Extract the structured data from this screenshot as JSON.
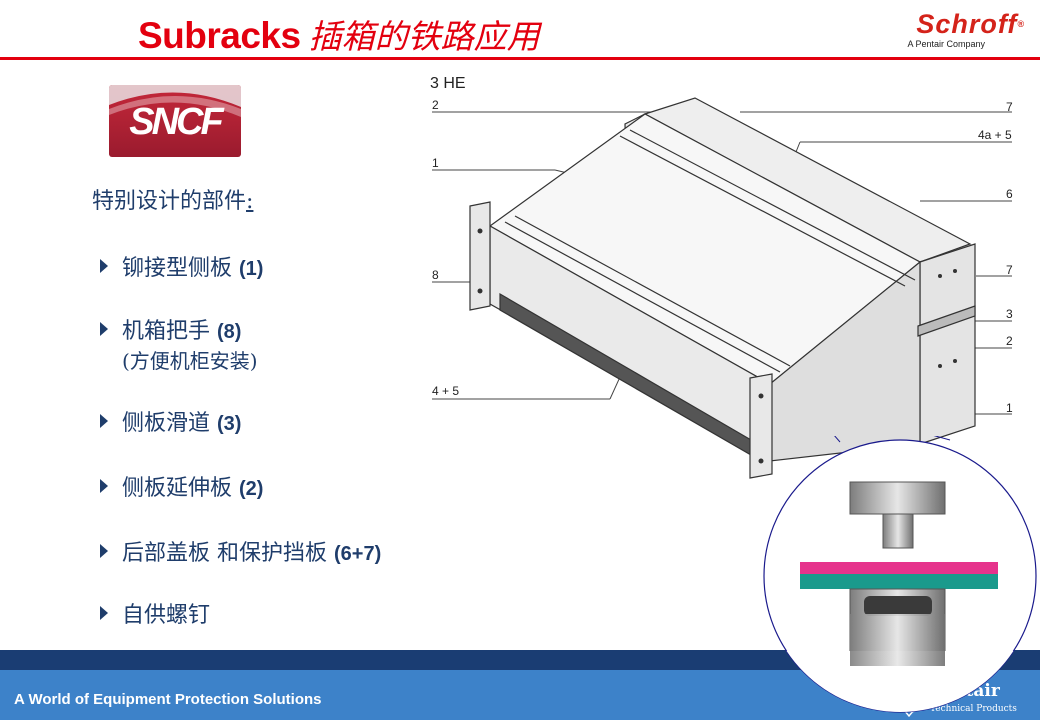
{
  "header": {
    "title_en": "Subracks",
    "title_cn": "插箱的铁路应用",
    "brand": "Schroff",
    "brand_mark": "®",
    "brand_sub": "A Pentair Company"
  },
  "customer_logo": "SNCF",
  "content": {
    "heading": "特别设计的部件",
    "heading_colon": ":",
    "items": [
      {
        "text": "铆接型侧板",
        "num": "(1)",
        "sub": ""
      },
      {
        "text": "机箱把手",
        "num": "(8)",
        "sub": "(方便机柜安装)"
      },
      {
        "text": "侧板滑道",
        "num": "(3)",
        "sub": ""
      },
      {
        "text": "侧板延伸板",
        "num": "(2)",
        "sub": ""
      },
      {
        "text": "后部盖板 和保护挡板",
        "num": "(6+7)",
        "sub": ""
      },
      {
        "text": "自供螺钉",
        "num": "",
        "sub": ""
      }
    ]
  },
  "diagram": {
    "title": "3 HE",
    "left_labels": [
      "2",
      "1",
      "8",
      "4 + 5"
    ],
    "right_labels": [
      "7",
      "4a + 5",
      "6",
      "7",
      "3",
      "2",
      "1"
    ]
  },
  "footer": {
    "tagline": "A World of Equipment Protection Solutions",
    "brand": "Pentair",
    "brand_sub": "Technical Products"
  },
  "colors": {
    "accent_red": "#e3000f",
    "text_navy": "#1f3d6b",
    "footer_blue": "#3d82c9",
    "footer_dark": "#1a3d73",
    "magenta": "#e6338c",
    "teal": "#1a9a8c"
  }
}
